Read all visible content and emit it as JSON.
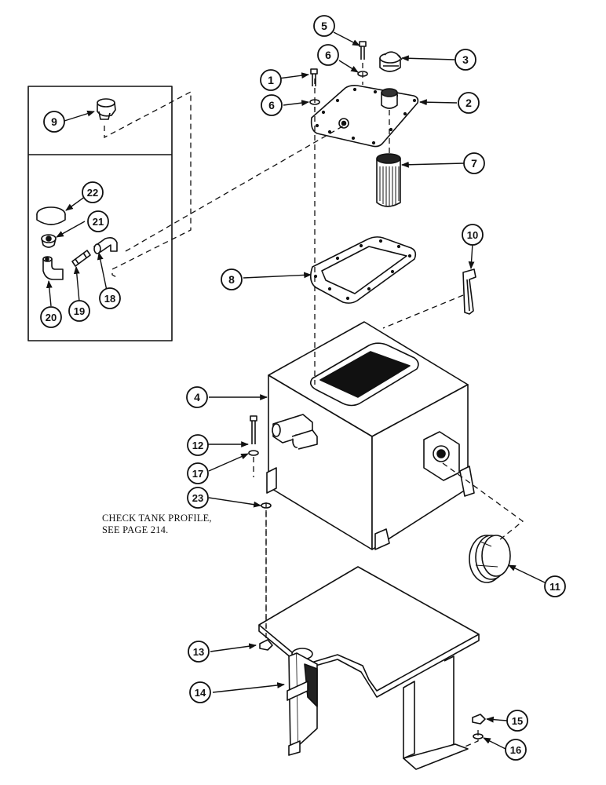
{
  "note": {
    "line1": "CHECK TANK PROFILE,",
    "line2": "SEE PAGE 214."
  },
  "callouts": [
    "1",
    "2",
    "3",
    "4",
    "5",
    "6",
    "6",
    "7",
    "8",
    "9",
    "10",
    "11",
    "12",
    "13",
    "14",
    "15",
    "16",
    "17",
    "18",
    "19",
    "20",
    "21",
    "22",
    "23"
  ]
}
